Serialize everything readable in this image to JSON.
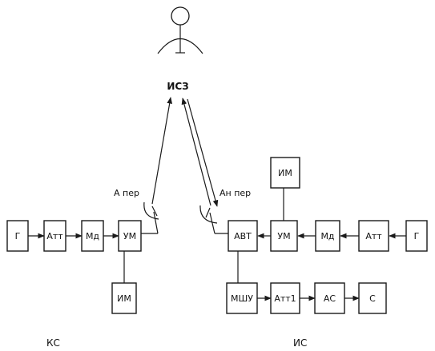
{
  "satellite": {
    "label": "ИСЗ"
  },
  "antennas": {
    "transmit_label": "А пер",
    "receive_label": "Ан пер"
  },
  "ks": {
    "label": "КС",
    "chain": [
      "Г",
      "Атт",
      "Мд",
      "УМ"
    ],
    "im": "ИМ"
  },
  "is": {
    "label": "ИС",
    "top_chain": [
      "АВТ",
      "УМ",
      "Мд",
      "Атт",
      "Г"
    ],
    "top_im": "ИМ",
    "bottom_chain": [
      "МШУ",
      "Атт1",
      "АС",
      "С"
    ]
  },
  "colors": {
    "ink": "#1a1a1a",
    "background": "#ffffff"
  }
}
